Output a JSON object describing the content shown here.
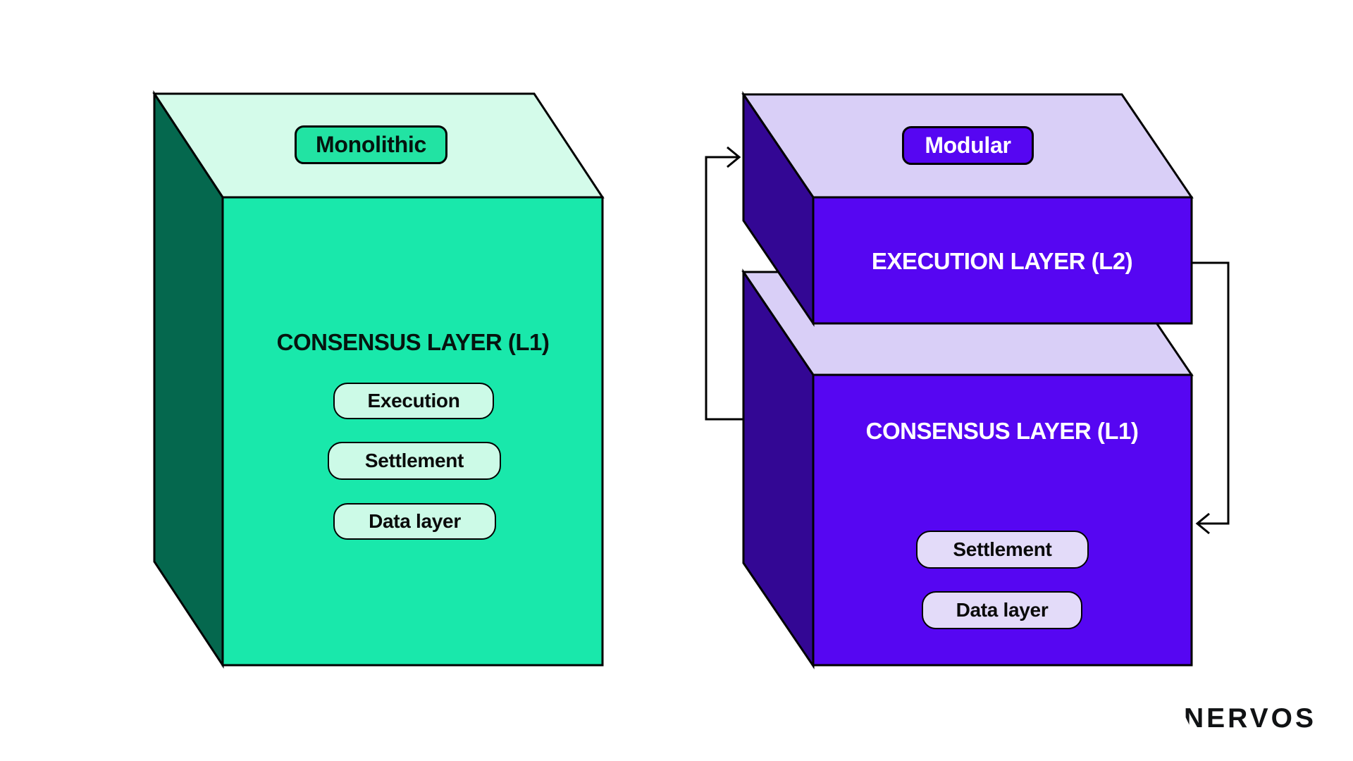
{
  "diagram": {
    "monolithic": {
      "badge_label": "Monolithic",
      "title": "CONSENSUS LAYER (L1)",
      "pills": [
        "Execution",
        "Settlement",
        "Data layer"
      ],
      "colors": {
        "front": "#19E8AB",
        "top": "#D4FBEA",
        "side": "#05684E",
        "badge": "#22E3A3",
        "pill": "#CCFAE7"
      }
    },
    "modular": {
      "badge_label": "Modular",
      "execution_title": "EXECUTION LAYER (L2)",
      "consensus_title": "CONSENSUS LAYER (L1)",
      "consensus_pills": [
        "Settlement",
        "Data layer"
      ],
      "colors": {
        "front": "#5606F2",
        "top": "#D9CFF7",
        "side": "#330794",
        "badge": "#5606F2",
        "pill": "#E3DBF9"
      }
    },
    "arrow_color": "#000000",
    "brand": "NERVOS"
  }
}
